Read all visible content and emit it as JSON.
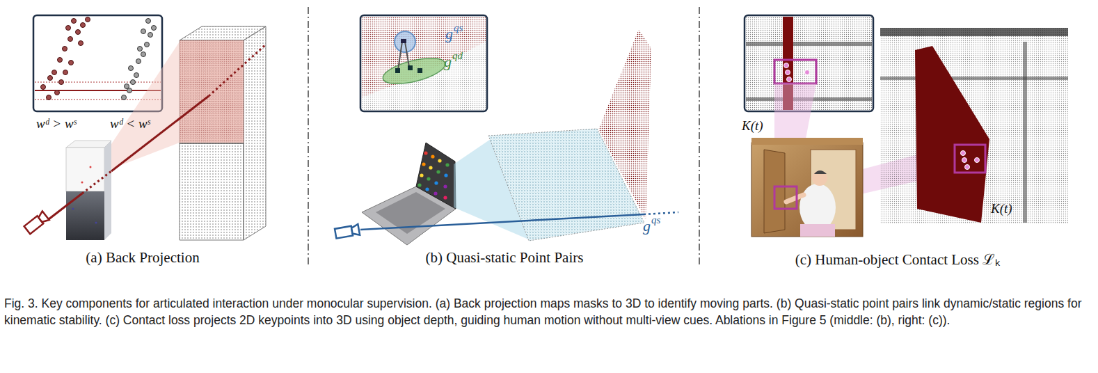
{
  "diagram": {
    "caption": "Fig. 3.  Key components for articulated interaction under monocular supervision. (a) Back projection maps masks to 3D to identify moving parts. (b) Quasi-static point pairs link dynamic/static regions for kinematic stability. (c) Contact loss projects 2D keypoints into 3D using object depth, guiding human motion without multi-view cues. Ablations in Figure 5 (middle: (b), right: (c)).",
    "nodes": [
      {
        "text": [
          "(a) Back Projection"
        ]
      },
      {
        "text": [
          "(b) Quasi-static Point Pairs"
        ]
      },
      {
        "text": [
          "(c) Human-object Contact Loss ℒₖ"
        ]
      }
    ],
    "edges": [],
    "labels": [
      "wᵈ > wˢ",
      "wᵈ < wˢ",
      "g",
      "qs",
      "g",
      "qd",
      "g",
      "qs",
      "K(t)",
      "K(t)"
    ]
  }
}
